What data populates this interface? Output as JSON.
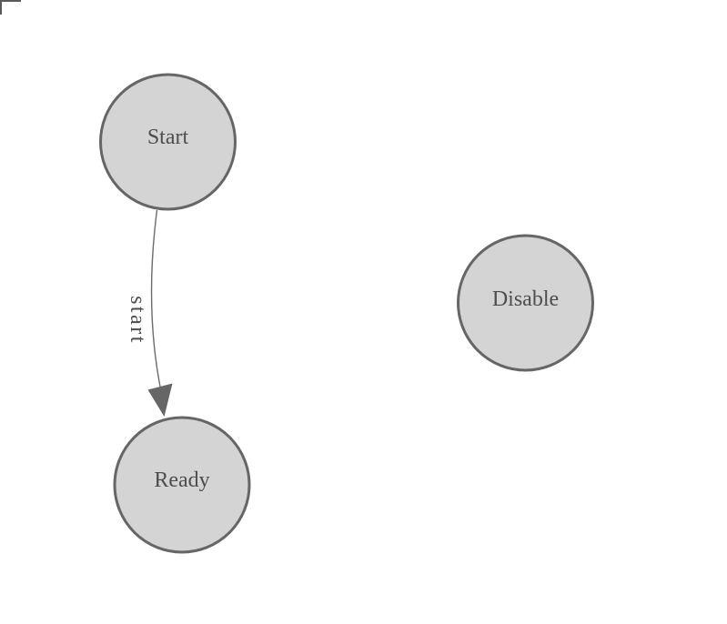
{
  "diagram": {
    "type": "state-diagram",
    "colors": {
      "background": "#ffffff",
      "node_fill": "#d4d4d4",
      "node_stroke": "#666666",
      "node_label_text": "#4d4d4d",
      "edge_stroke": "#6b6b6b",
      "arrowhead_fill": "#666666",
      "corner_mark_stroke": "#595959"
    },
    "nodes": [
      {
        "id": "start",
        "label": "Start"
      },
      {
        "id": "ready",
        "label": "Ready"
      },
      {
        "id": "disable",
        "label": "Disable"
      }
    ],
    "edges": [
      {
        "from": "start",
        "to": "ready",
        "label": "start",
        "arrowhead": "filled-triangle"
      }
    ],
    "icons": {
      "arrowhead": "filled-triangle-arrowhead-icon",
      "corner_mark": "canvas-corner-mark"
    }
  }
}
